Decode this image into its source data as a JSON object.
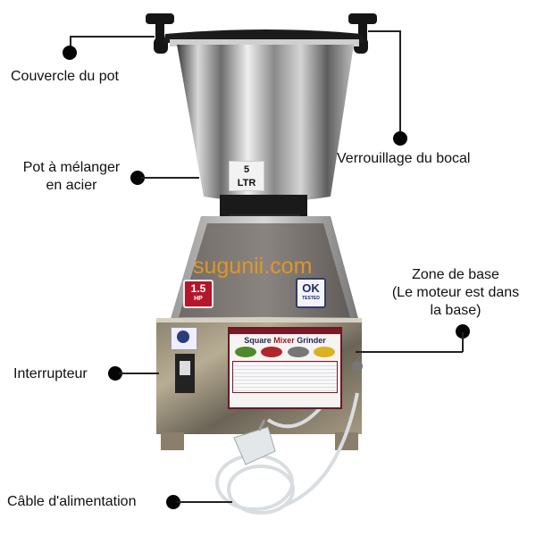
{
  "diagram": {
    "subject": "Square Mixer Grinder",
    "watermark": "sugunii.com",
    "callouts": [
      {
        "id": "lid",
        "label": "Couvercle du pot"
      },
      {
        "id": "jar-lock",
        "label": "Verrouillage du bocal"
      },
      {
        "id": "steel-jar",
        "label_line1": "Pot à mélanger",
        "label_line2": "en acier"
      },
      {
        "id": "base",
        "label_line1": "Zone de base",
        "label_line2": "(Le moteur est dans",
        "label_line3": "la base)"
      },
      {
        "id": "switch",
        "label": "Interrupteur"
      },
      {
        "id": "power-cable",
        "label": "Câble d'alimentation"
      }
    ]
  },
  "product": {
    "jar_capacity_value": "5",
    "jar_capacity_unit": "LTR",
    "motor_power_value": "1.5",
    "motor_power_unit": "HP",
    "tested_badge_main": "OK",
    "tested_badge_sub": "TESTED",
    "panel_title_1": "Square ",
    "panel_title_2": "Mixer",
    "panel_title_3": " Grinder"
  },
  "colors": {
    "watermark": "#e89a1c",
    "hp_badge": "#b5162b",
    "ok_badge": "#1e2a6a",
    "panel_border": "#6b1822"
  }
}
